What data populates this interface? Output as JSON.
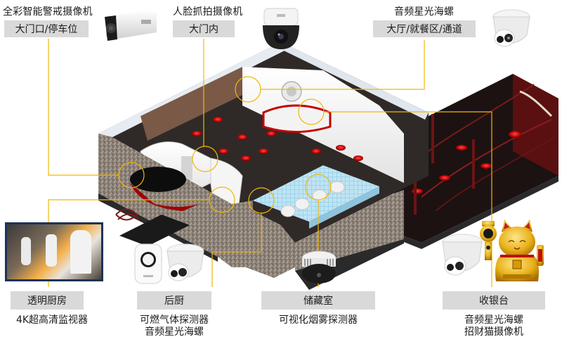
{
  "diagram": {
    "subject": "餐厅安防监控方案示意图",
    "accent_color": "#f2b705",
    "label_bg_color": "#d9d9d9"
  },
  "top_callouts": [
    {
      "device": "全彩智能警戒摄像机",
      "location": "大门口/停车位",
      "icon": "bullet-camera-icon"
    },
    {
      "device": "人脸抓拍摄像机",
      "location": "大门内",
      "icon": "dome-camera-icon"
    },
    {
      "device": "音频星光海螺",
      "location": "大厅/就餐区/通道",
      "icon": "turret-camera-icon"
    }
  ],
  "bottom_callouts": [
    {
      "location": "透明厨房",
      "devices": [
        "4K超高清监视器"
      ],
      "icon": "monitor-icon"
    },
    {
      "location": "后厨",
      "devices": [
        "可燃气体探测器",
        "音频星光海螺"
      ],
      "icon": "gas-detector-icon"
    },
    {
      "location": "储藏室",
      "devices": [
        "可视化烟雾探测器"
      ],
      "icon": "smoke-detector-icon"
    },
    {
      "location": "收银台",
      "devices": [
        "音频星光海螺",
        "招财猫摄像机"
      ],
      "icon": "lucky-cat-camera-icon"
    }
  ]
}
